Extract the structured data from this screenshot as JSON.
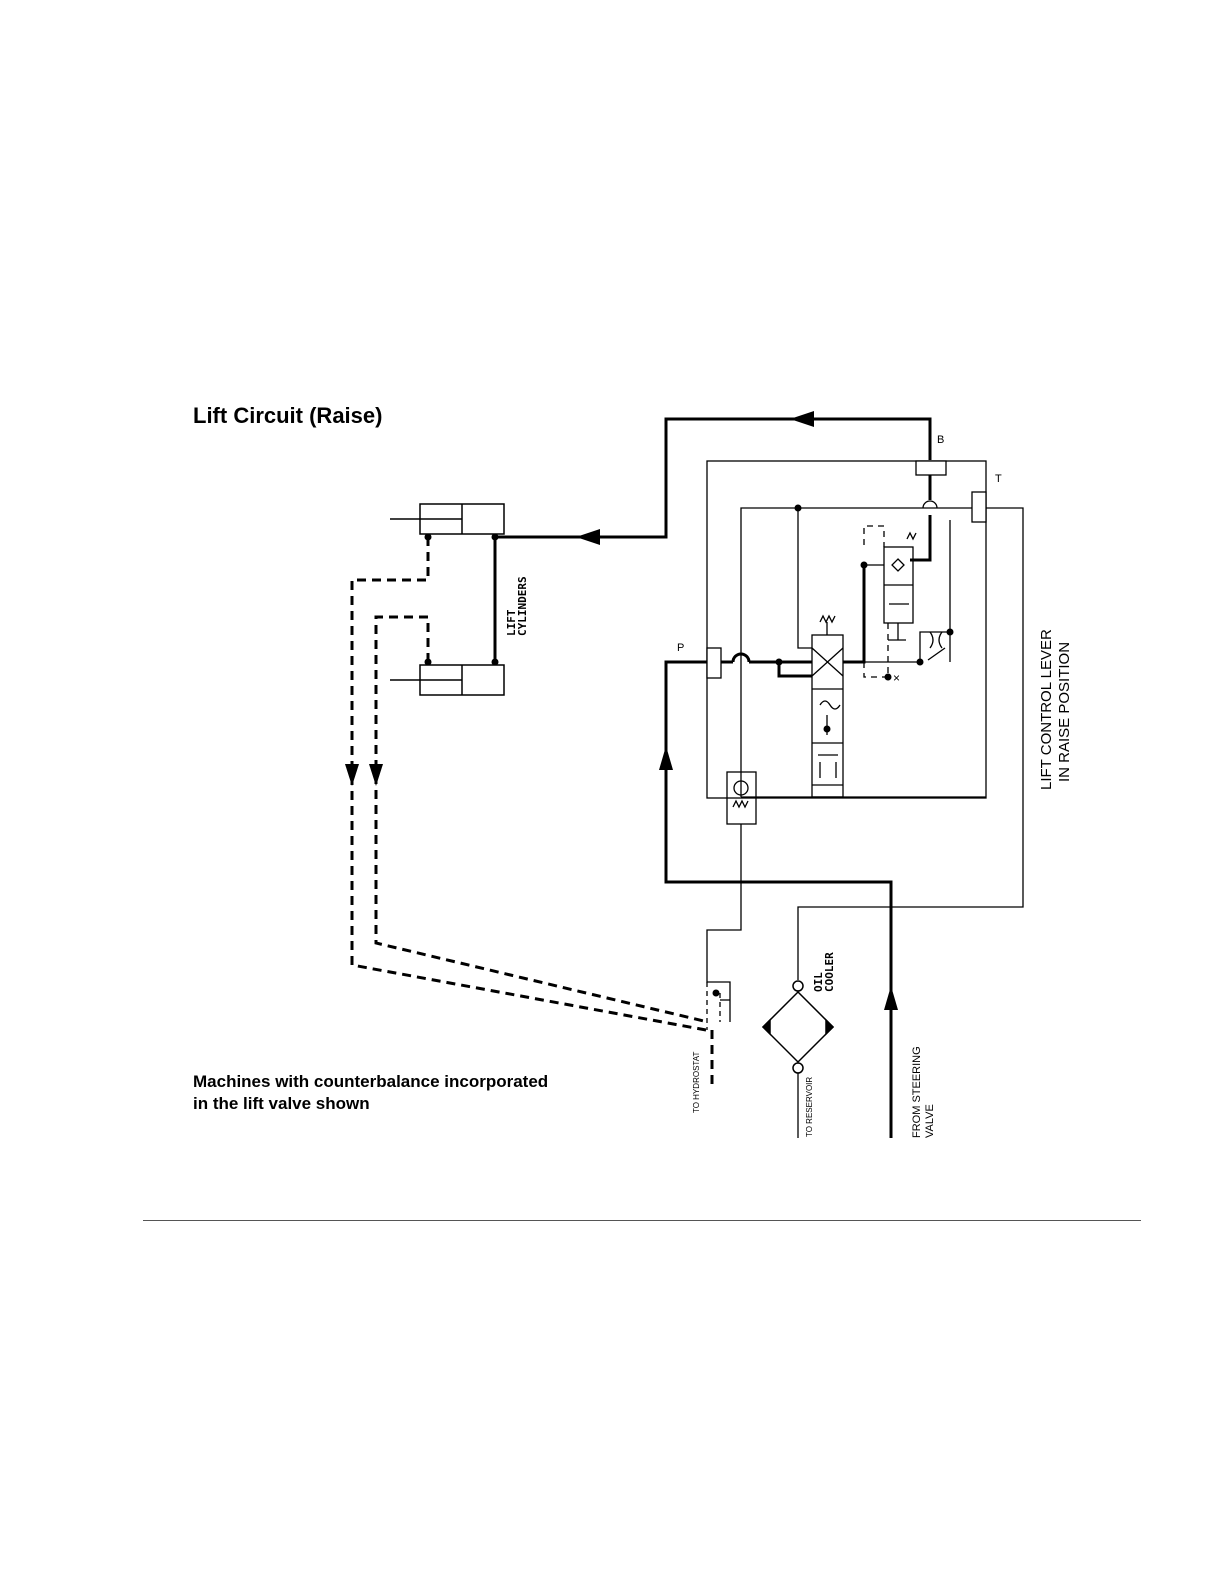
{
  "title": "Lift Circuit (Raise)",
  "note": {
    "line1": "Machines with counterbalance incorporated",
    "line2": "in the lift valve shown"
  },
  "ports": {
    "b": "B",
    "t": "T",
    "p": "P"
  },
  "labels": {
    "lift_cylinders_1": "LIFT",
    "lift_cylinders_2": "CYLINDERS",
    "oil_cooler_1": "OIL",
    "oil_cooler_2": "COOLER",
    "lever_1": "LIFT CONTROL LEVER",
    "lever_2": "IN RAISE POSITION",
    "to_hydrostat": "TO HYDROSTAT",
    "to_reservoir": "TO RESERVOIR",
    "from_steering_1": "FROM STEERING",
    "from_steering_2": "VALVE"
  },
  "colors": {
    "line": "#000000",
    "rule": "#555555"
  }
}
